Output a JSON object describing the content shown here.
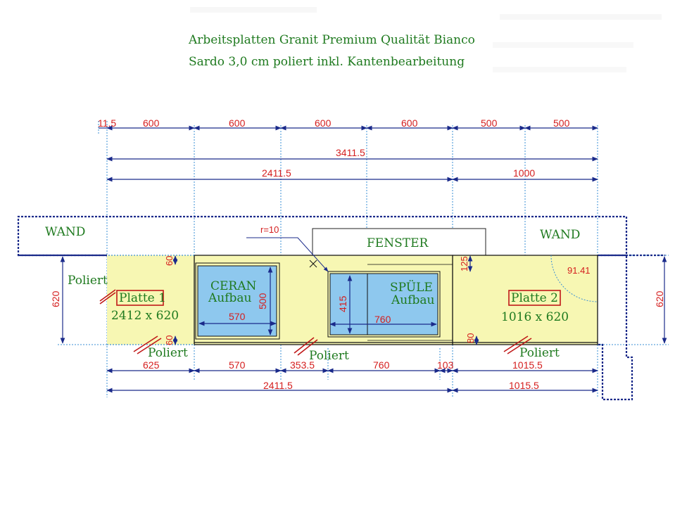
{
  "title": {
    "line1": "Arbeitsplatten Granit Premium Qualität Bianco",
    "line2": "Sardo 3,0 cm poliert inkl. Kantenbearbeitung"
  },
  "labels": {
    "wand_left": "WAND",
    "wand_right": "WAND",
    "fenster": "FENSTER",
    "radius": "r=10",
    "poliert_left": "Poliert",
    "poliert_b1": "Poliert",
    "poliert_b2": "Poliert",
    "poliert_b3": "Poliert",
    "platte1_name": "Platte 1",
    "platte1_size": "2412 x 620",
    "platte2_name": "Platte 2",
    "platte2_size": "1016 x 620",
    "ceran_1": "CERAN",
    "ceran_2": "Aufbau",
    "spuele_1": "SPÜLE",
    "spuele_2": "Aufbau",
    "corner_radius": "91.41"
  },
  "dimensions": {
    "top_row": [
      "11.5",
      "600",
      "600",
      "600",
      "600",
      "500",
      "500"
    ],
    "total": "3411.5",
    "split_left": "2411.5",
    "split_right": "1000",
    "height_left": "620",
    "height_right": "620",
    "top_offset_left": "60",
    "bottom_offset_left": "60",
    "top_offset_right": "125",
    "bottom_offset_right": "80",
    "ceran_width": "570",
    "ceran_depth": "500",
    "sink_width": "760",
    "sink_depth": "415",
    "bottom_row": [
      "625",
      "570",
      "353.5",
      "760",
      "103",
      "1015.5"
    ],
    "bottom_total_left": "2411.5",
    "bottom_total_right": "1015.5"
  },
  "colors": {
    "countertop": "#f7f7b3",
    "cutout": "#8ec8ee",
    "dimension": "#d41e1e",
    "guide": "#3a8fd6",
    "wall": "#1a2a8a",
    "text": "#1f7a1f"
  }
}
